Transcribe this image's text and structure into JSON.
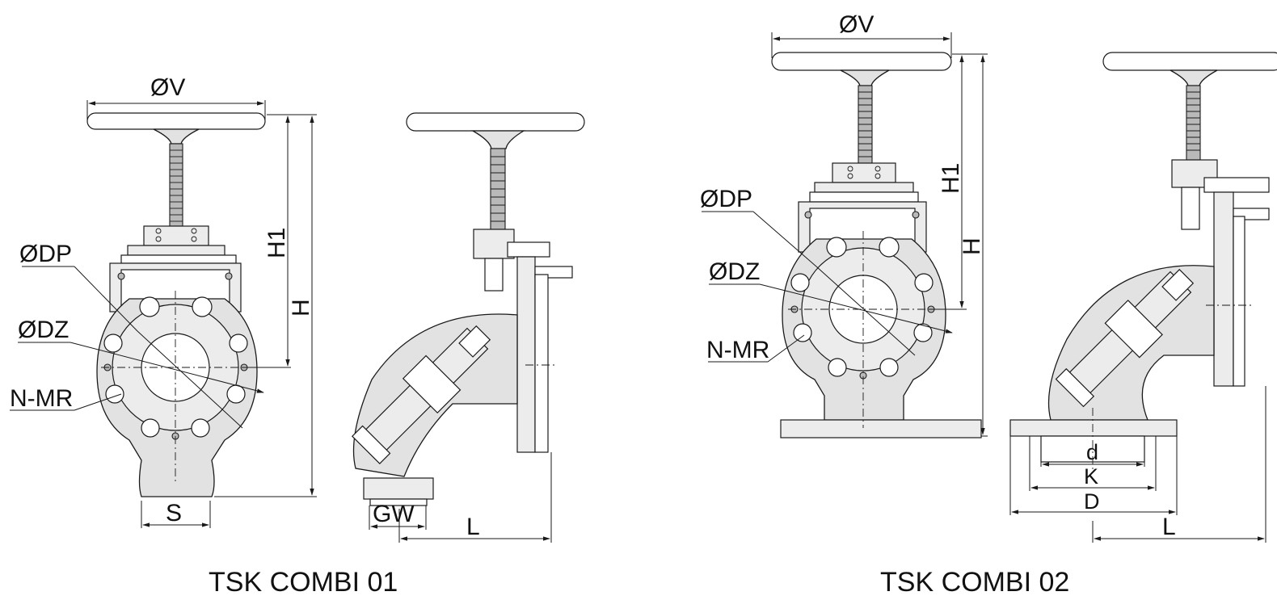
{
  "views": [
    {
      "caption": "TSK COMBI 01",
      "labels": {
        "handwheel_diameter": "ØV",
        "height_stem": "H1",
        "height_total": "H",
        "pitch_diameter": "ØDP",
        "bolt_hole_diameter": "ØDZ",
        "number_of_threads": "N-MR",
        "width": "S",
        "thread_size": "GW",
        "length": "L"
      }
    },
    {
      "caption": "TSK COMBI 02",
      "labels": {
        "handwheel_diameter": "ØV",
        "height_stem": "H1",
        "height_total": "H",
        "pitch_diameter": "ØDP",
        "bolt_hole_diameter": "ØDZ",
        "number_of_threads": "N-MR",
        "bore_diameter": "d",
        "bolt_circle": "K",
        "flange_diameter": "D",
        "length": "L"
      }
    }
  ]
}
